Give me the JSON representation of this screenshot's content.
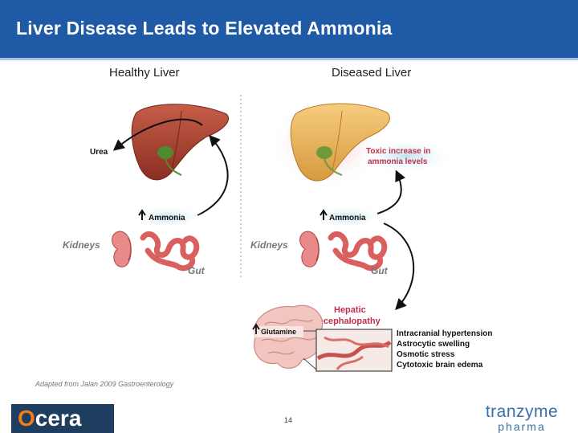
{
  "title": "Liver Disease Leads to Elevated Ammonia",
  "healthy": {
    "heading": "Healthy Liver",
    "urea": "Urea",
    "ammonia": "Ammonia",
    "kidneys": "Kidneys",
    "gut": "Gut"
  },
  "diseased": {
    "heading": "Diseased Liver",
    "toxic_1": "Toxic increase in",
    "toxic_2": "ammonia levels",
    "ammonia": "Ammonia",
    "kidneys": "Kidneys",
    "gut": "Gut",
    "hepatic_1": "Hepatic",
    "hepatic_2": "encephalopathy",
    "glutamine": "Glutamine",
    "effects": [
      "Intracranial hypertension",
      "Astrocytic swelling",
      "Osmotic stress",
      "Cytotoxic brain edema"
    ]
  },
  "citation": "Adapted from Jalan 2009 Gastroenterology",
  "page_number": "14",
  "logos": {
    "ocera_rest": "cera",
    "tranzyme_top": "tranzyme",
    "tranzyme_bottom": "pharma"
  },
  "colors": {
    "title_bar": "#1f5aa6",
    "liver_healthy": "#9c3a2a",
    "liver_diseased": "#e4a64a",
    "toxic_text": "#c0304a",
    "glow": "#bfe3ee"
  }
}
